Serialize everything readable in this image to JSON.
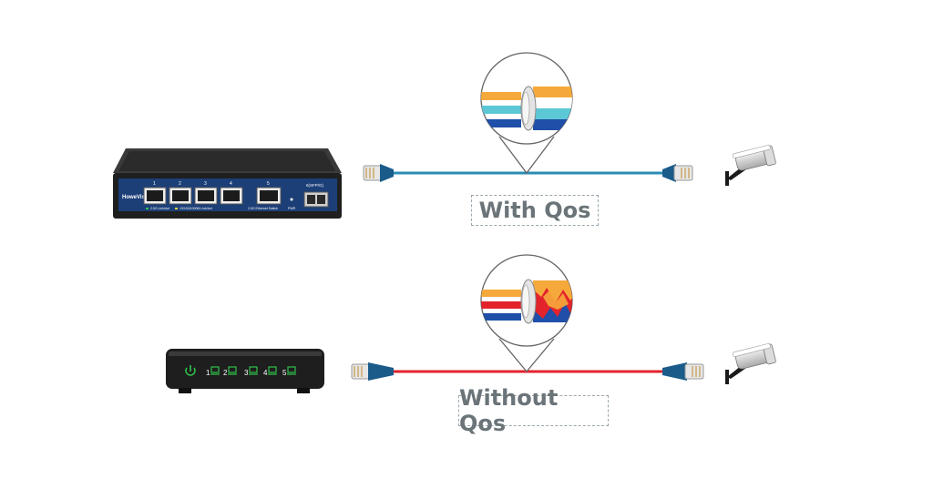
{
  "labels": {
    "with_qos": "With Qos",
    "without_qos": "Without Qos"
  },
  "switch_poe": {
    "brand": "HoweVis",
    "port_numbers": [
      "1",
      "2",
      "3",
      "4",
      "5"
    ],
    "sfp_label": "6(SFP/G)",
    "legend_left": "2.5G Link/Act",
    "legend_mid": "10/100/1000M Link/Act",
    "legend_right": "2.5G Ethernet Switch",
    "power_label": "PWR"
  },
  "switch_basic": {
    "port_numbers": [
      "1",
      "2",
      "3",
      "4",
      "5"
    ]
  },
  "colors": {
    "cable_with_qos": "#2a8cb4",
    "cable_without_qos": "#e3232c",
    "connector": "#1b5b8a",
    "switch_body": "#1f1f1f",
    "switch_panel": "#1c3f78",
    "led_green": "#2fc24a",
    "stripe_orange": "#f6a93b",
    "stripe_cyan": "#5cc8d6",
    "stripe_blue": "#1f4fa8",
    "stripe_red": "#e3232c"
  },
  "icons": [
    "network-switch-icon",
    "cctv-camera-icon",
    "rj45-connector-icon",
    "cable-magnifier-icon",
    "power-icon",
    "port-icon"
  ]
}
